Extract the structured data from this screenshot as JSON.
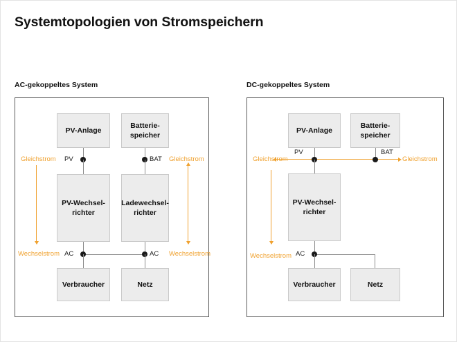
{
  "page": {
    "title": "Systemtopologien von Stromspeichern",
    "background_color": "#ffffff",
    "accent_color": "#f0a12e",
    "box_fill_color": "#ececec",
    "frame_color": "#5a5a5a"
  },
  "diagrams": [
    {
      "id": "ac-coupled",
      "heading": "AC-gekoppeltes System",
      "boxes": [
        {
          "id": "pv-anlage",
          "label": "PV-Anlage"
        },
        {
          "id": "batteriespeicher",
          "label": "Batterie-speicher"
        },
        {
          "id": "pv-wechselrichter",
          "label": "PV-Wechsel-richter"
        },
        {
          "id": "ladewechselrichter",
          "label": "Ladewechsel-richter"
        },
        {
          "id": "verbraucher",
          "label": "Verbraucher"
        },
        {
          "id": "netz",
          "label": "Netz"
        }
      ],
      "pin_labels": {
        "pv": "PV",
        "bat": "BAT",
        "ac_left": "AC",
        "ac_right": "AC"
      },
      "current_labels": {
        "dc_left": "Gleichstrom",
        "dc_right": "Gleichstrom",
        "ac_left": "Wechselstrom",
        "ac_right": "Wechselstrom"
      },
      "flow_arrows": [
        {
          "id": "left-flow",
          "direction": "down",
          "from": "Gleichstrom",
          "to": "Wechselstrom"
        },
        {
          "id": "right-flow",
          "direction": "bidirectional",
          "from": "Wechselstrom",
          "to": "Gleichstrom"
        }
      ]
    },
    {
      "id": "dc-coupled",
      "heading": "DC-gekoppeltes System",
      "boxes": [
        {
          "id": "pv-anlage",
          "label": "PV-Anlage"
        },
        {
          "id": "batteriespeicher",
          "label": "Batterie-speicher"
        },
        {
          "id": "pv-wechselrichter",
          "label": "PV-Wechsel-richter"
        },
        {
          "id": "verbraucher",
          "label": "Verbraucher"
        },
        {
          "id": "netz",
          "label": "Netz"
        }
      ],
      "pin_labels": {
        "pv": "PV",
        "bat": "BAT",
        "ac": "AC"
      },
      "current_labels": {
        "dc_left": "Gleichstrom",
        "dc_right": "Gleichstrom",
        "ac_left": "Wechselstrom"
      },
      "flow_arrows": [
        {
          "id": "dc-bus",
          "direction": "bidirectional-horizontal",
          "from": "Gleichstrom",
          "to": "Gleichstrom"
        },
        {
          "id": "left-flow",
          "direction": "down",
          "from": "Gleichstrom",
          "to": "Wechselstrom"
        }
      ]
    }
  ]
}
